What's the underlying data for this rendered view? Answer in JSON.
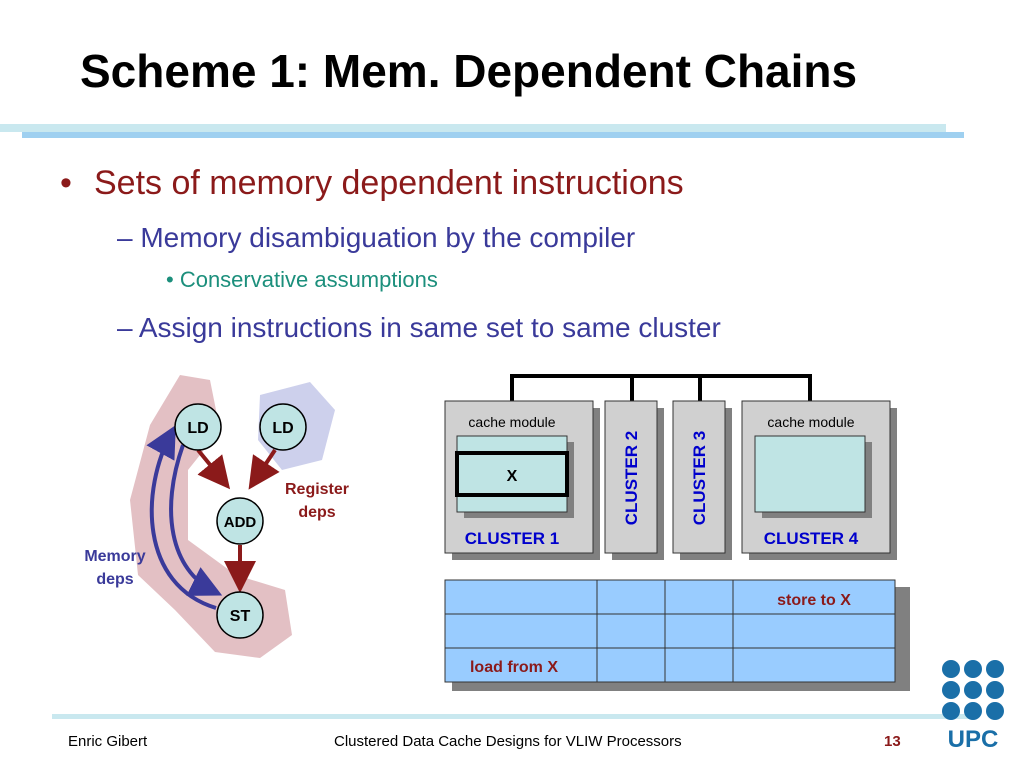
{
  "title": "Scheme 1: Mem. Dependent Chains",
  "bullets": {
    "level1": "Sets of memory dependent instructions",
    "level2a": "Memory disambiguation by the compiler",
    "level3": "Conservative assumptions",
    "level2b": "Assign instructions in same set to same cluster"
  },
  "graph": {
    "nodes": {
      "ld1": "LD",
      "ld2": "LD",
      "add": "ADD",
      "st": "ST"
    },
    "register_deps": [
      "Register",
      "deps"
    ],
    "memory_deps": [
      "Memory",
      "deps"
    ]
  },
  "clusters": {
    "c1_cache": "cache module",
    "c1_item": "X",
    "c1_label": "CLUSTER 1",
    "c2_label": "CLUSTER 2",
    "c3_label": "CLUSTER 3",
    "c4_cache": "cache module",
    "c4_label": "CLUSTER 4"
  },
  "schedule": {
    "store": "store to X",
    "load": "load from X"
  },
  "footer": {
    "author": "Enric Gibert",
    "talk": "Clustered Data Cache Designs for VLIW Processors",
    "page": "13"
  },
  "logo": {
    "text": "UPC",
    "color": "#1a6fa8"
  },
  "colors": {
    "dark_red": "#8b1a1a",
    "blue": "#3a3a9a",
    "teal": "#1c8f7c",
    "cell_blue": "#99ccff",
    "cache_teal": "#bfe4e4"
  }
}
